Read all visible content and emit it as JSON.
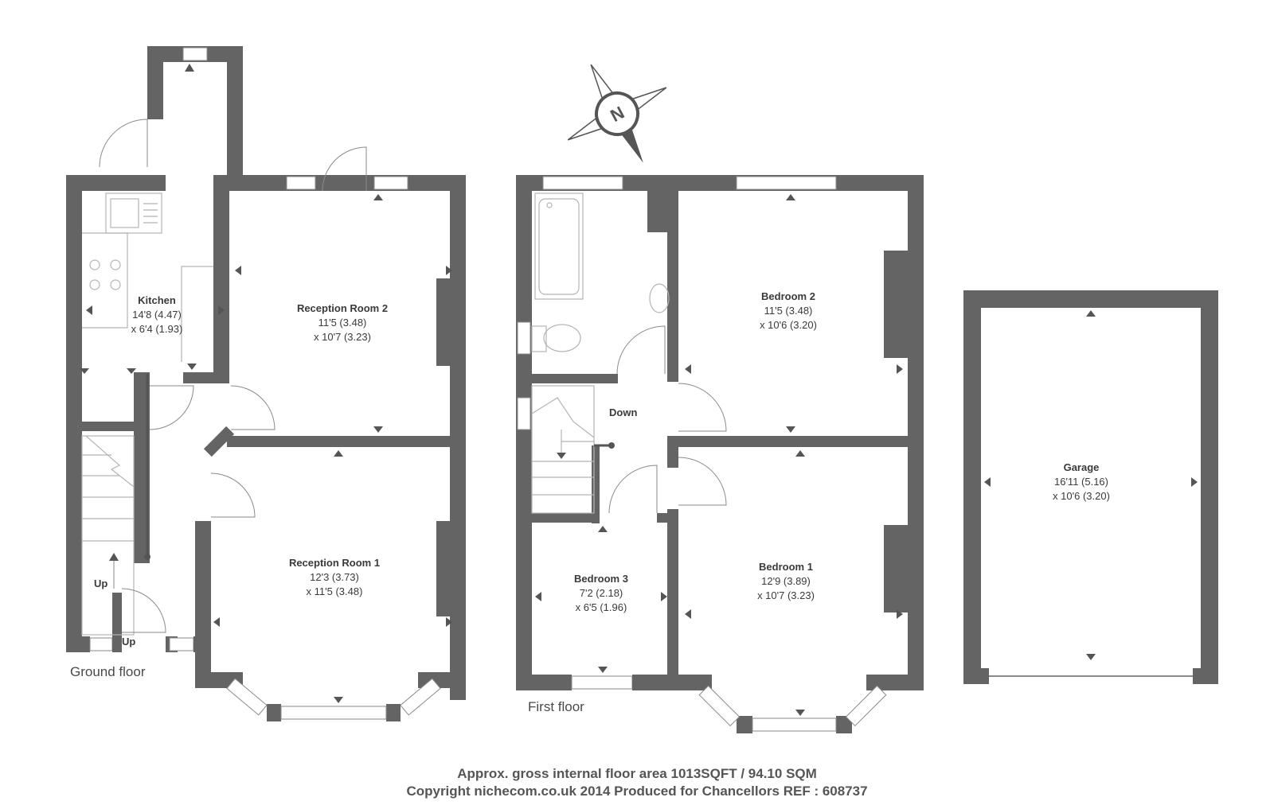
{
  "floors": {
    "ground": "Ground floor",
    "first": "First floor"
  },
  "rooms": {
    "kitchen": {
      "name": "Kitchen",
      "dim1": "14'8 (4.47)",
      "dim2": "x 6'4 (1.93)"
    },
    "reception2": {
      "name": "Reception Room 2",
      "dim1": "11'5 (3.48)",
      "dim2": "x 10'7 (3.23)"
    },
    "reception1": {
      "name": "Reception Room 1",
      "dim1": "12'3 (3.73)",
      "dim2": "x 11'5 (3.48)"
    },
    "bedroom2": {
      "name": "Bedroom 2",
      "dim1": "11'5 (3.48)",
      "dim2": "x 10'6 (3.20)"
    },
    "bedroom1": {
      "name": "Bedroom 1",
      "dim1": "12'9 (3.89)",
      "dim2": "x 10'7 (3.23)"
    },
    "bedroom3": {
      "name": "Bedroom 3",
      "dim1": "7'2 (2.18)",
      "dim2": "x 6'5 (1.96)"
    },
    "garage": {
      "name": "Garage",
      "dim1": "16'11 (5.16)",
      "dim2": "x 10'6 (3.20)"
    }
  },
  "stairs": {
    "up1": "Up",
    "up2": "Up",
    "down": "Down"
  },
  "compass": {
    "letter": "N",
    "icon": "compass-rose-icon"
  },
  "footer": {
    "line1": "Approx. gross internal floor area 1013SQFT / 94.10 SQM",
    "line2": "Copyright nichecom.co.uk 2014 Produced for Chancellors REF : 608737"
  }
}
